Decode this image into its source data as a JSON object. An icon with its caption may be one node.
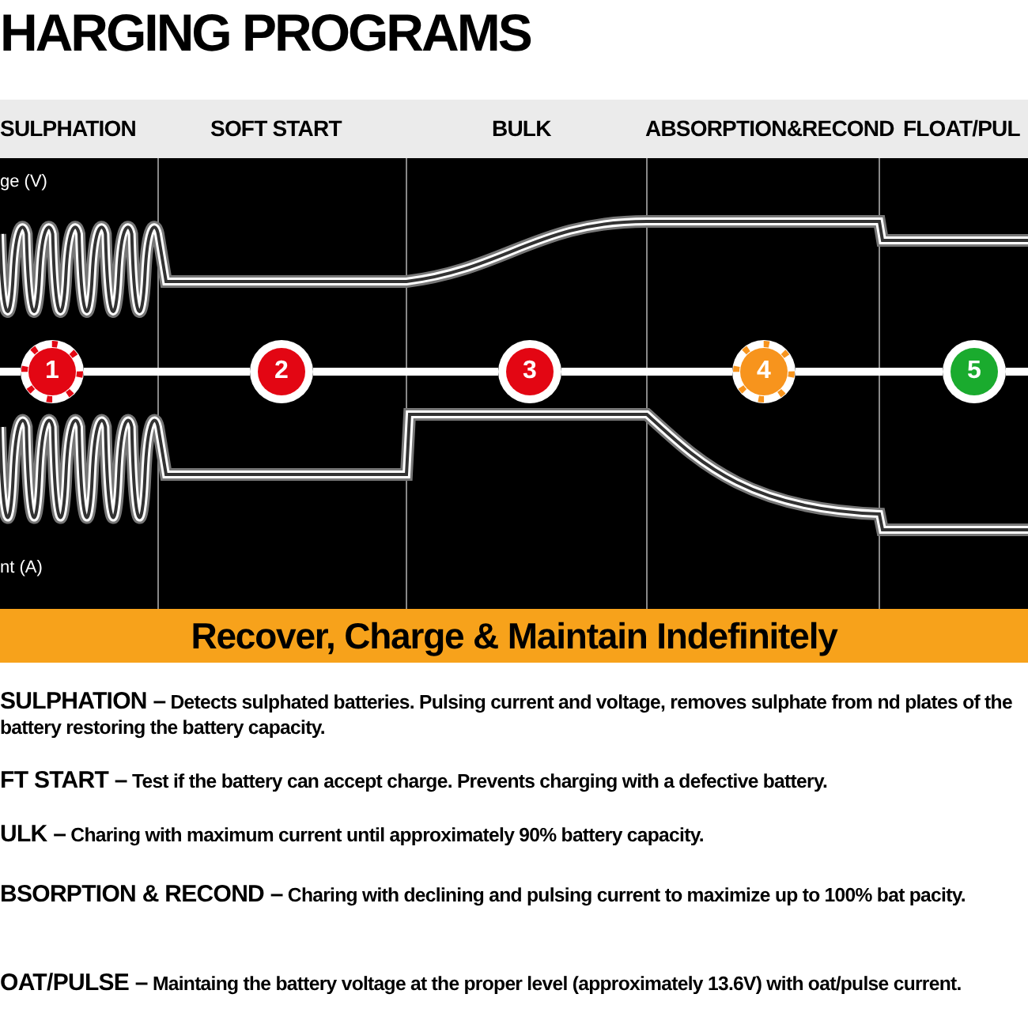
{
  "diagram": {
    "title": "HARGING PROGRAMS",
    "nodes": [
      {
        "text": [
          "1"
        ]
      },
      {
        "text": [
          "2"
        ]
      },
      {
        "text": [
          "3"
        ]
      },
      {
        "text": [
          "4"
        ]
      },
      {
        "text": [
          "5"
        ]
      },
      {
        "text": [
          "Recover, Charge & Maintain Indefinitely"
        ]
      }
    ],
    "edges": [
      {
        "from": null,
        "to": 0,
        "arrow": "none"
      },
      {
        "from": 0,
        "to": 1,
        "arrow": "none"
      },
      {
        "from": 1,
        "to": 2,
        "arrow": "none"
      },
      {
        "from": 2,
        "to": 3,
        "arrow": "none"
      },
      {
        "from": 3,
        "to": 4,
        "arrow": "none"
      },
      {
        "from": 4,
        "to": null,
        "arrow": "none"
      }
    ],
    "labels": [
      "SULPHATION",
      "SOFT START",
      "BULK",
      "ABSORPTION&RECOND",
      "FLOAT/PUL",
      "ge (V)",
      "nt (A)",
      "**SULPHATION –** Detects sulphated batteries. Pulsing current and voltage, removes sulphate from nd plates of the battery restoring the battery capacity.",
      "**FT START –** Test if the battery can accept charge. Prevents charging with a defective battery.",
      "**ULK –** Charing with maximum current until approximately 90% battery capacity.",
      "**BSORPTION & RECOND –** Charing with declining and pulsing current to maximize up to 100% bat pacity.",
      "**OAT/PULSE –** Maintaing the battery voltage at the proper level (approximately 13.6V) with oat/pulse current."
    ]
  }
}
